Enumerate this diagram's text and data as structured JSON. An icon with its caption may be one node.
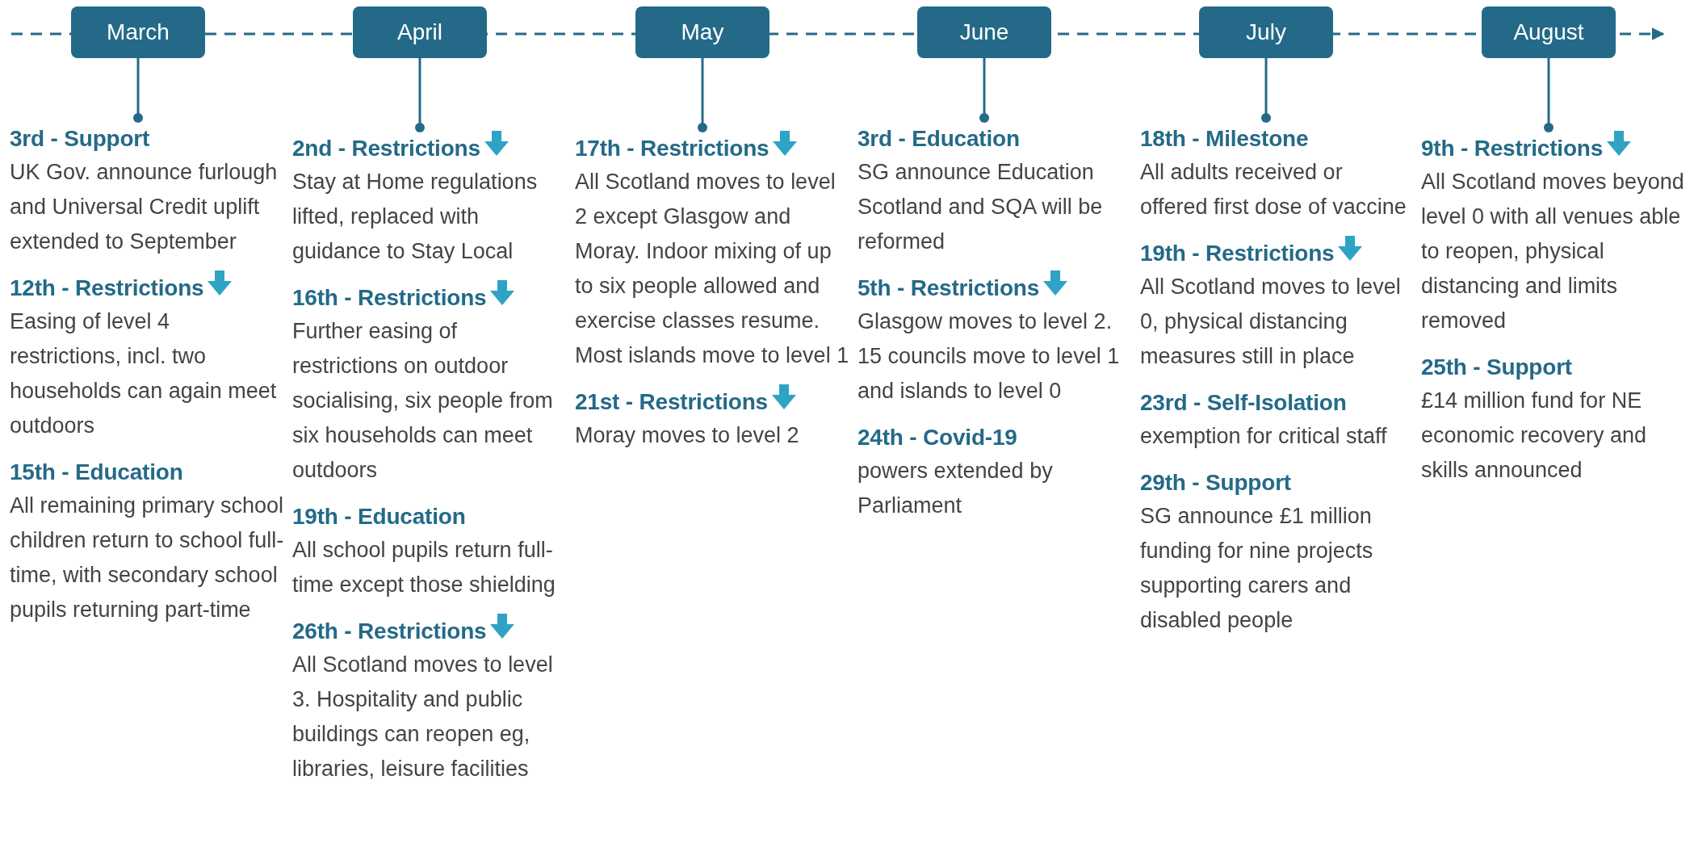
{
  "diagram": {
    "nodes": [
      {
        "text": [
          "March"
        ]
      },
      {
        "text": [
          "April"
        ]
      },
      {
        "text": [
          "May"
        ]
      },
      {
        "text": [
          "June"
        ]
      },
      {
        "text": [
          "July"
        ]
      },
      {
        "text": [
          "August"
        ]
      },
      {
        "text": [
          "3rd - Support",
          "UK Gov. announce furlough and Universal Credit uplift extended to September"
        ]
      },
      {
        "text": [
          "12th - Restrictions",
          "Easing of level 4 restrictions, incl. two households can again meet outdoors"
        ]
      },
      {
        "text": [
          "15th - Education",
          "All remaining primary school children return to school full-time, with secondary school pupils returning part-time"
        ]
      },
      {
        "text": [
          "2nd - Restrictions",
          "Stay at Home regulations lifted, replaced with guidance to Stay Local"
        ]
      },
      {
        "text": [
          "16th - Restrictions",
          "Further easing of restrictions on outdoor socialising, six people from six households can meet outdoors"
        ]
      },
      {
        "text": [
          "19th - Education",
          "All school pupils return full-time except those shielding"
        ]
      },
      {
        "text": [
          "26th - Restrictions",
          "All Scotland moves to level 3. Hospitality and public buildings can reopen eg, libraries, leisure facilities"
        ]
      },
      {
        "text": [
          "17th - Restrictions",
          "All Scotland moves to level 2 except Glasgow and Moray. Indoor mixing of up to six people allowed and exercise classes resume. Most islands move to level 1"
        ]
      },
      {
        "text": [
          "21st - Restrictions",
          "Moray moves to level 2"
        ]
      },
      {
        "text": [
          "3rd - Education",
          "SG announce Education Scotland and SQA will be reformed"
        ]
      },
      {
        "text": [
          "5th - Restrictions",
          "Glasgow moves to level 2. 15 councils move to level 1 and islands to level 0"
        ]
      },
      {
        "text": [
          "24th - Covid-19",
          "powers extended by Parliament"
        ]
      },
      {
        "text": [
          "18th - Milestone",
          "All adults received or offered first dose of vaccine"
        ]
      },
      {
        "text": [
          "19th - Restrictions",
          "All Scotland moves to level 0, physical distancing measures still in place"
        ]
      },
      {
        "text": [
          "23rd - Self-Isolation",
          "exemption for critical staff"
        ]
      },
      {
        "text": [
          "29th - Support",
          "SG announce £1 million funding for nine projects supporting carers and disabled people"
        ]
      },
      {
        "text": [
          "9th - Restrictions",
          "All Scotland moves beyond level 0 with all venues able to reopen, physical distancing and limits removed"
        ]
      },
      {
        "text": [
          "25th - Support",
          "£14 million fund for NE economic recovery and skills announced"
        ]
      }
    ],
    "edges": [
      {
        "from": 0,
        "to": 6,
        "arrow": "other"
      },
      {
        "from": 1,
        "to": 9,
        "arrow": "other"
      },
      {
        "from": 2,
        "to": 13,
        "arrow": "other"
      },
      {
        "from": 3,
        "to": 15,
        "arrow": "other"
      },
      {
        "from": 4,
        "to": 18,
        "arrow": "other"
      },
      {
        "from": 5,
        "to": 22,
        "arrow": "other"
      }
    ]
  }
}
